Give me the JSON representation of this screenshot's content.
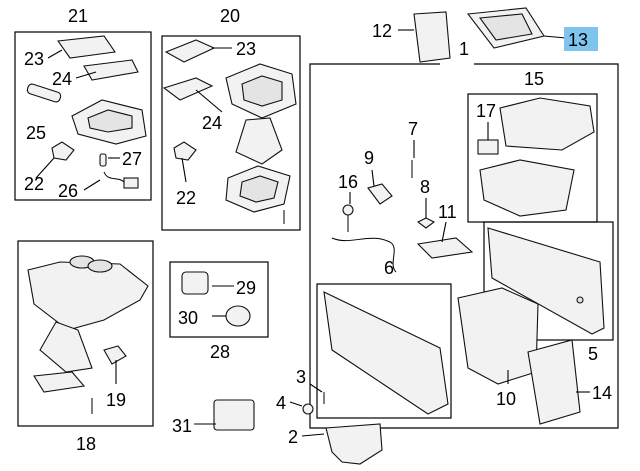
{
  "highlight_color": "#7fc4ee",
  "callouts": {
    "c1": "1",
    "c2": "2",
    "c3": "3",
    "c4": "4",
    "c5": "5",
    "c6": "6",
    "c7": "7",
    "c8": "8",
    "c9": "9",
    "c10": "10",
    "c11": "11",
    "c12": "12",
    "c13": "13",
    "c14": "14",
    "c15": "15",
    "c16": "16",
    "c17": "17",
    "c18": "18",
    "c19": "19",
    "c20": "20",
    "c21": "21",
    "c22a": "22",
    "c22b": "22",
    "c23a": "23",
    "c23b": "23",
    "c24a": "24",
    "c24b": "24",
    "c25": "25",
    "c26": "26",
    "c27": "27",
    "c28": "28",
    "c29": "29",
    "c30": "30",
    "c31": "31"
  }
}
